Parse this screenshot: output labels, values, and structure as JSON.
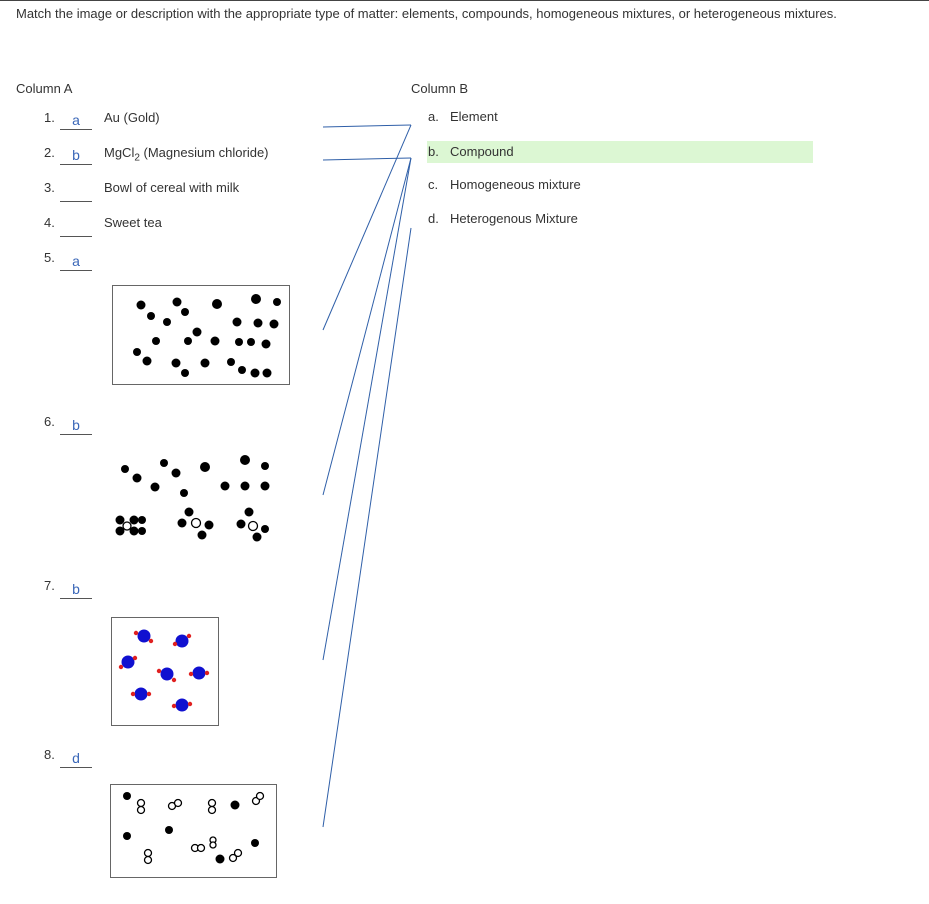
{
  "instruction": "Match the image or description with the appropriate type of matter: elements, compounds, homogeneous mixtures, or heterogeneous mixtures.",
  "column_a": {
    "header": "Column A",
    "items": [
      {
        "num": "1.",
        "answer": "a",
        "text": "Au (Gold)"
      },
      {
        "num": "2.",
        "answer": "b",
        "text_pre": "MgCl",
        "text_sub": "2",
        "text_post": " (Magnesium chloride)"
      },
      {
        "num": "3.",
        "answer": "",
        "text": "Bowl of cereal with milk"
      },
      {
        "num": "4.",
        "answer": "",
        "text": "Sweet tea"
      },
      {
        "num": "5.",
        "answer": "a",
        "figure": "particle-diagram-black-atoms"
      },
      {
        "num": "6.",
        "answer": "b",
        "figure": "particle-diagram-atoms-and-clusters"
      },
      {
        "num": "7.",
        "answer": "b",
        "figure": "particle-diagram-blue-red-molecules"
      },
      {
        "num": "8.",
        "answer": "d",
        "figure": "particle-diagram-mixed-atoms-molecules"
      }
    ]
  },
  "column_b": {
    "header": "Column B",
    "options": [
      {
        "letter": "a.",
        "label": "Element",
        "selected": false
      },
      {
        "letter": "b.",
        "label": "Compound",
        "selected": true
      },
      {
        "letter": "c.",
        "label": "Homogeneous mixture",
        "selected": false
      },
      {
        "letter": "d.",
        "label": "Heterogenous Mixture",
        "selected": false
      }
    ]
  },
  "colors": {
    "answer_text": "#3a67b8",
    "selected_highlight": "#dcf7d3",
    "connector_line": "#2f5fa8",
    "molecule_blue": "#1010d0",
    "molecule_red": "#e02020"
  }
}
